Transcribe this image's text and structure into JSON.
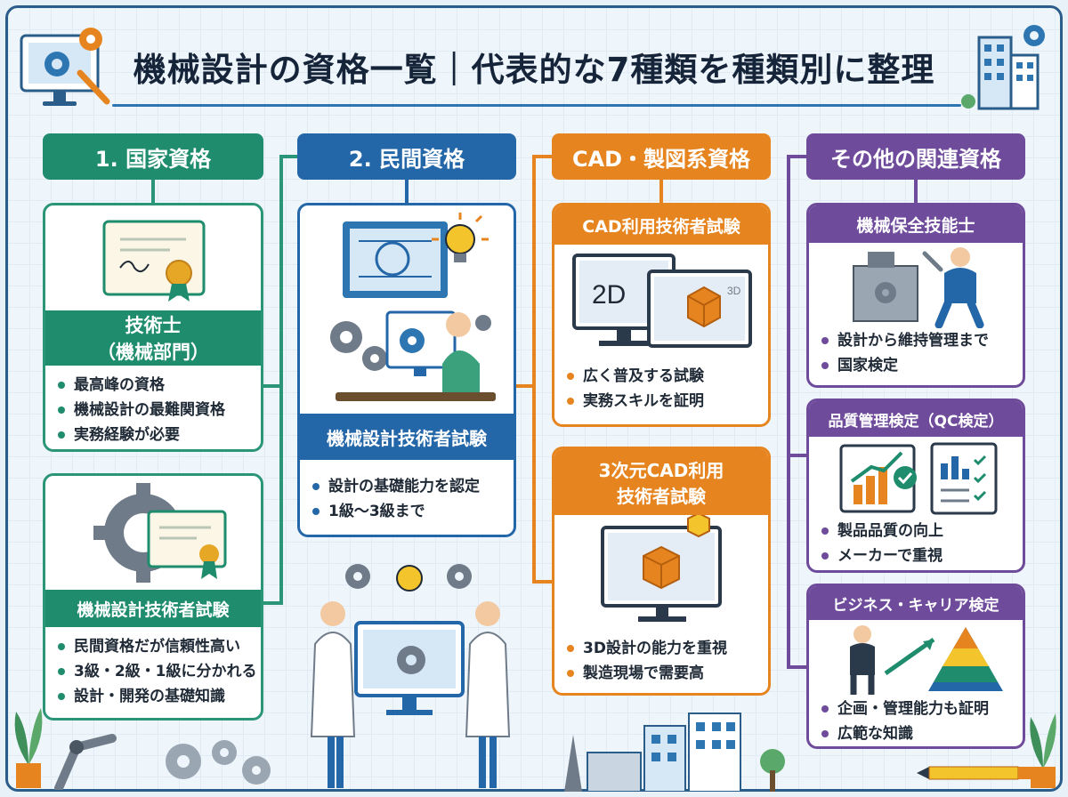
{
  "title": "機械設計の資格一覧｜代表的な7種類を種類別に整理",
  "columns": {
    "national": {
      "header": "1. 国家資格",
      "cards": [
        {
          "title_line1": "技術士",
          "title_line2": "（機械部門）",
          "bullets": [
            "最高峰の資格",
            "機械設計の最難関資格",
            "実務経験が必要"
          ]
        },
        {
          "title_line1": "機械設計技術者試験",
          "bullets": [
            "民間資格だが信頼性高い",
            "3級・2級・1級に分かれる",
            "設計・開発の基礎知識"
          ]
        }
      ]
    },
    "private": {
      "header": "2. 民間資格",
      "cards": [
        {
          "title": "機械設計技術者試験",
          "bullets": [
            "設計の基礎能力を認定",
            "1級～3級まで"
          ]
        }
      ]
    },
    "cad": {
      "header": "CAD・製図系資格",
      "cards": [
        {
          "title": "CAD利用技術者試験",
          "screen_2d": "2D",
          "screen_3d": "3D",
          "bullets": [
            "広く普及する試験",
            "実務スキルを証明"
          ]
        },
        {
          "title_line1": "3次元CAD利用",
          "title_line2": "技術者試験",
          "bullets": [
            "3D設計の能力を重視",
            "製造現場で需要高"
          ]
        }
      ]
    },
    "other": {
      "header": "その他の関連資格",
      "cards": [
        {
          "title": "機械保全技能士",
          "bullets": [
            "設計から維持管理まで",
            "国家検定"
          ]
        },
        {
          "title": "品質管理検定（QC検定）",
          "bullets": [
            "製品品質の向上",
            "メーカーで重視"
          ]
        },
        {
          "title": "ビジネス・キャリア検定",
          "bullets": [
            "企画・管理能力も証明",
            "広範な知識"
          ]
        }
      ]
    }
  },
  "colors": {
    "green": "#1e8c6d",
    "blue": "#2467a8",
    "orange": "#e6851f",
    "purple": "#6f4b9c",
    "title_rule": "#2d76b2"
  },
  "icons": [
    "gear-monitor-icon",
    "building-icon",
    "certificate-icon",
    "gear-certificate-icon",
    "blueprint-lightbulb-icon",
    "engineer-desk-icon",
    "2d-3d-monitor-icon",
    "3d-cube-monitor-icon",
    "maintenance-worker-icon",
    "quality-chart-icon",
    "business-pyramid-icon",
    "engineers-screen-icon",
    "factory-skyline-icon",
    "pencil-icon",
    "plant-icon"
  ]
}
